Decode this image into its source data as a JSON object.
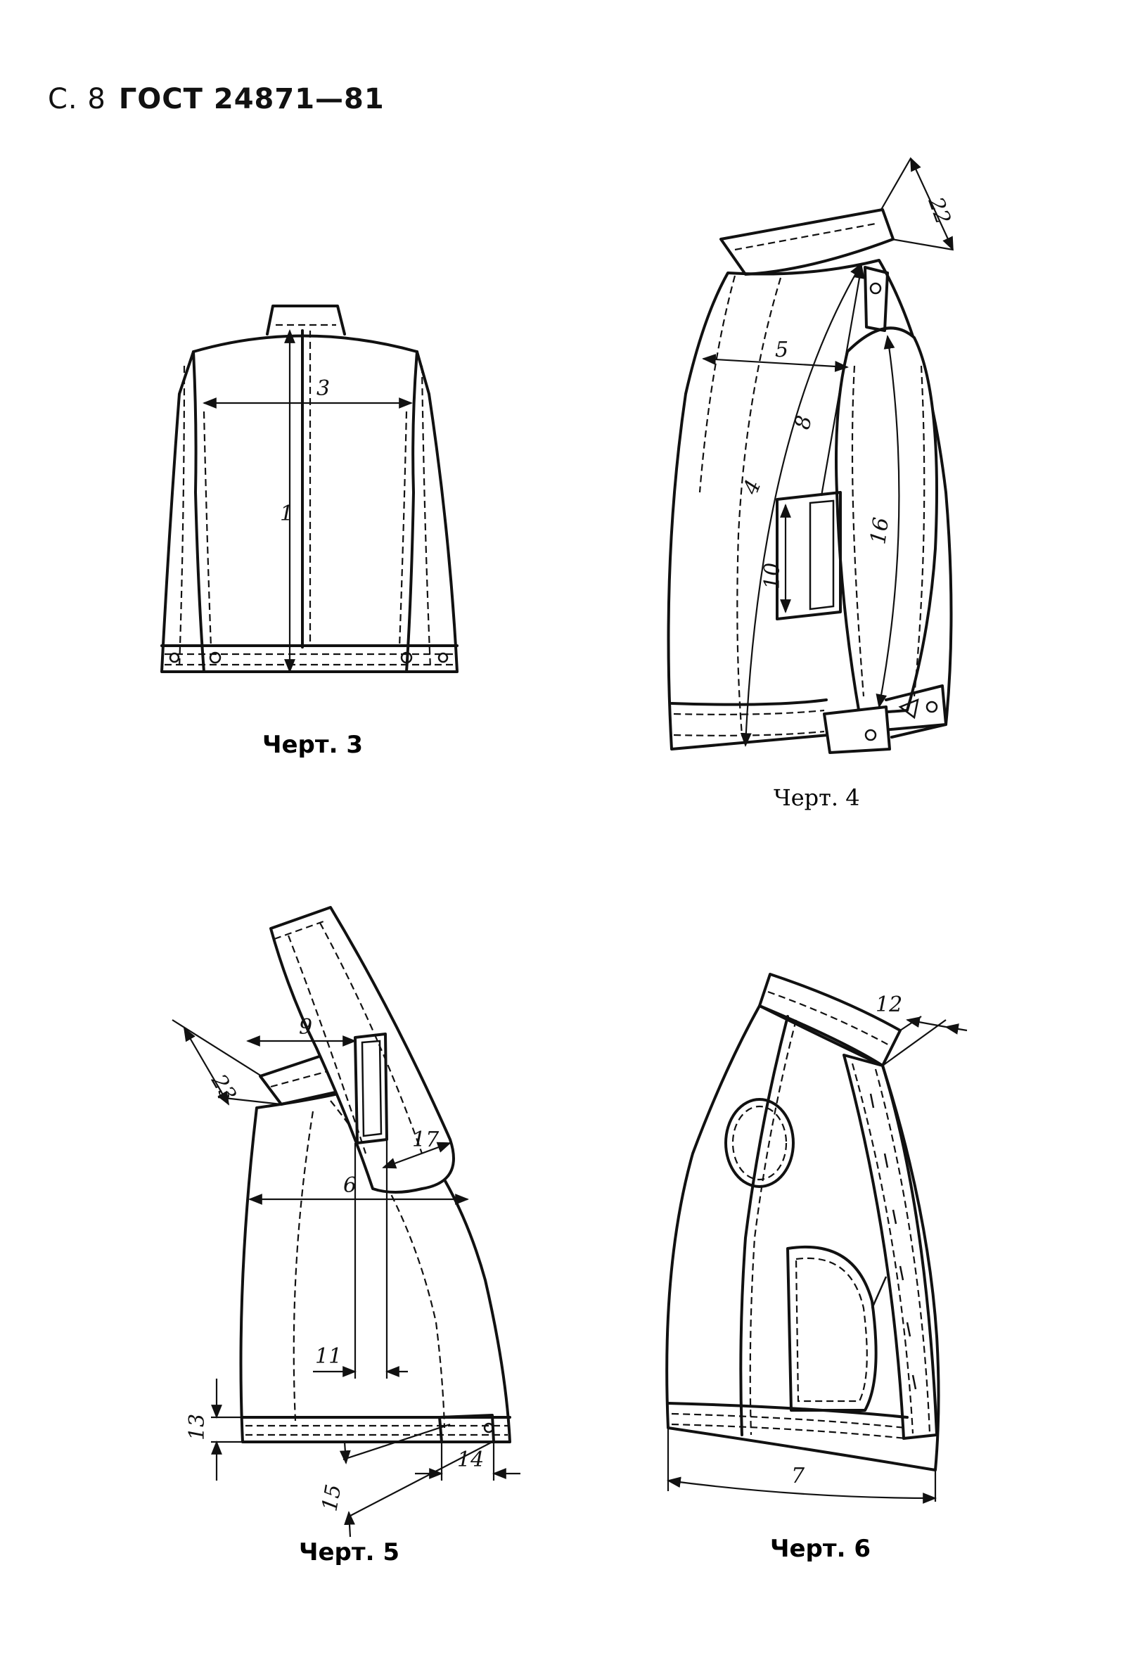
{
  "header": {
    "page": "С. 8",
    "standard": "ГОСТ 24871—81"
  },
  "figures": [
    {
      "caption": "Черт. 3",
      "labels": [
        "1",
        "3"
      ]
    },
    {
      "caption": "Черт. 4",
      "labels": [
        "4",
        "5",
        "8",
        "10",
        "16",
        "22"
      ]
    },
    {
      "caption": "Черт. 5",
      "labels": [
        "6",
        "9",
        "11",
        "13",
        "14",
        "15",
        "17",
        "23"
      ]
    },
    {
      "caption": "Черт. 6",
      "labels": [
        "7",
        "12"
      ]
    }
  ]
}
